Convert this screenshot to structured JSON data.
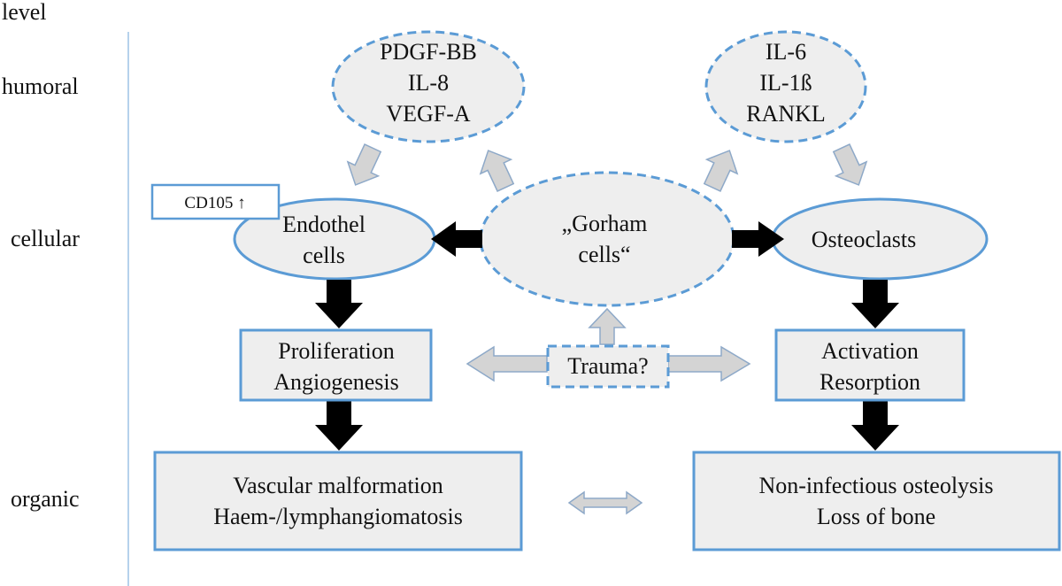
{
  "levels": {
    "header": "level",
    "humoral": "humoral",
    "cellular": "cellular",
    "organic": "organic"
  },
  "humoral_left": {
    "lines": [
      "PDGF-BB",
      "IL-8",
      "VEGF-A"
    ]
  },
  "humoral_right": {
    "lines": [
      "IL-6",
      "IL-1ß",
      "RANKL"
    ]
  },
  "cd105": {
    "label": "CD105 ↑"
  },
  "endothel": {
    "lines": [
      "Endothel",
      "cells"
    ]
  },
  "gorham": {
    "lines": [
      "„Gorham",
      "cells“"
    ]
  },
  "osteoclasts": {
    "label": "Osteoclasts"
  },
  "proliferation": {
    "lines": [
      "Proliferation",
      "Angiogenesis"
    ]
  },
  "trauma": {
    "label": "Trauma?"
  },
  "activation": {
    "lines": [
      "Activation",
      "Resorption"
    ]
  },
  "vascular": {
    "lines": [
      "Vascular malformation",
      "Haem-/lymphangiomatosis"
    ]
  },
  "osteolysis": {
    "lines": [
      "Non-infectious osteolysis",
      "Loss of bone"
    ]
  },
  "colors": {
    "outline": "#5b9bd5",
    "fill": "#eeeeee",
    "arrow_black": "#000000",
    "arrow_grey_fill": "#d4d4d4",
    "arrow_grey_stroke": "#8ea9c8",
    "level_line": "#9dc3e6"
  }
}
